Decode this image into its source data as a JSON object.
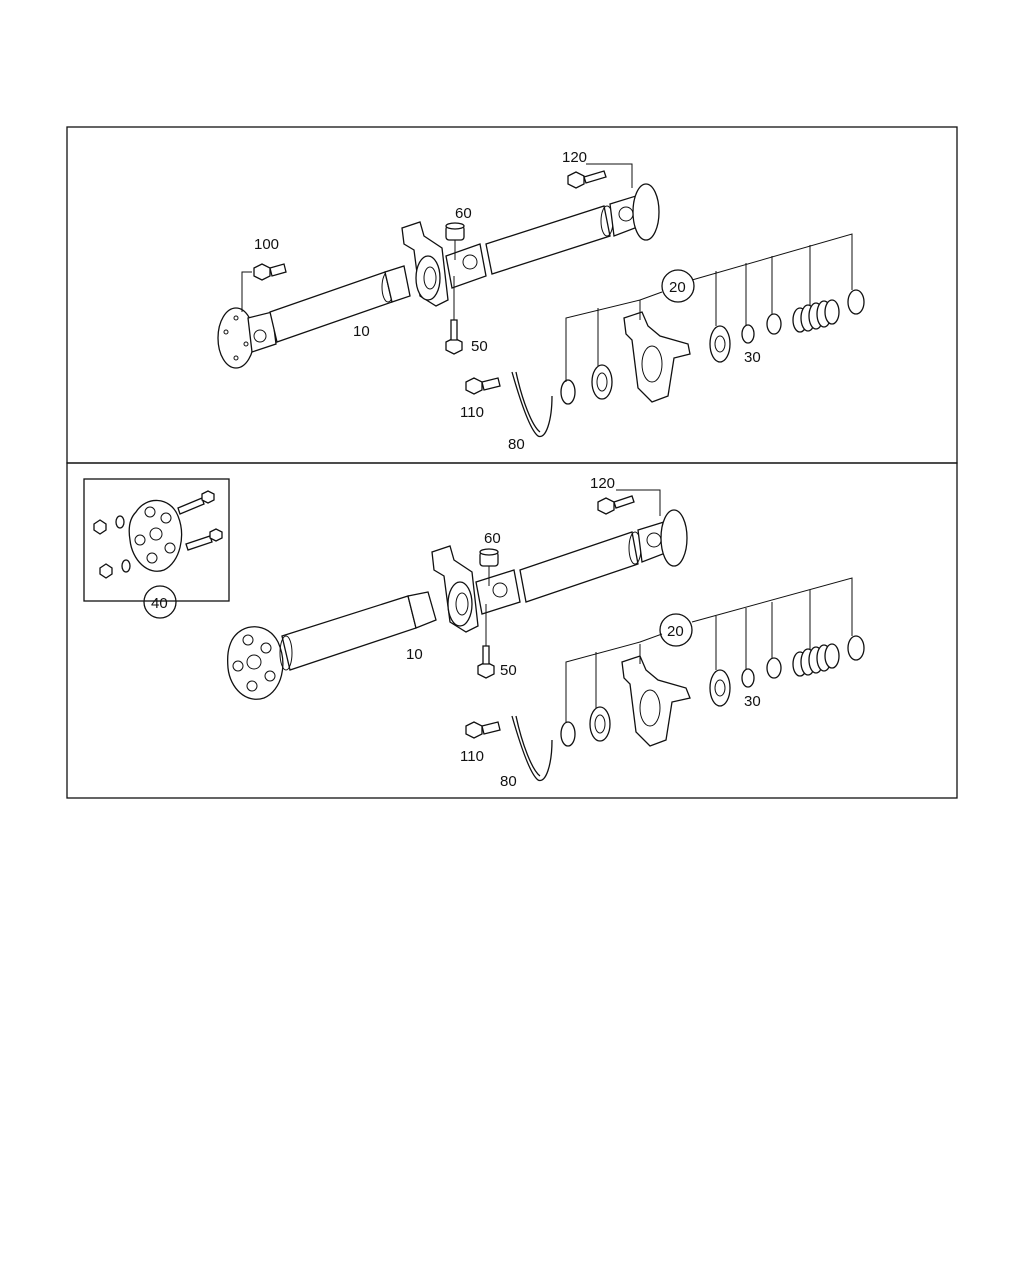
{
  "colors": {
    "ink": "#111111",
    "paper": "#ffffff"
  },
  "panels": [
    {
      "name": "upper-driveshaft-panel",
      "labels": [
        {
          "id": "top-label-120",
          "text": "120"
        },
        {
          "id": "top-label-60",
          "text": "60"
        },
        {
          "id": "top-label-100",
          "text": "100"
        },
        {
          "id": "top-label-20",
          "text": "20",
          "circled": true
        },
        {
          "id": "top-label-10",
          "text": "10"
        },
        {
          "id": "top-label-50",
          "text": "50"
        },
        {
          "id": "top-label-30",
          "text": "30"
        },
        {
          "id": "top-label-110",
          "text": "110"
        },
        {
          "id": "top-label-80",
          "text": "80"
        }
      ]
    },
    {
      "name": "lower-driveshaft-panel",
      "labels": [
        {
          "id": "bottom-label-120",
          "text": "120"
        },
        {
          "id": "bottom-label-60",
          "text": "60"
        },
        {
          "id": "bottom-label-40",
          "text": "40",
          "circled": true
        },
        {
          "id": "bottom-label-20",
          "text": "20",
          "circled": true
        },
        {
          "id": "bottom-label-10",
          "text": "10"
        },
        {
          "id": "bottom-label-50",
          "text": "50"
        },
        {
          "id": "bottom-label-30",
          "text": "30"
        },
        {
          "id": "bottom-label-110",
          "text": "110"
        },
        {
          "id": "bottom-label-80",
          "text": "80"
        }
      ]
    }
  ]
}
